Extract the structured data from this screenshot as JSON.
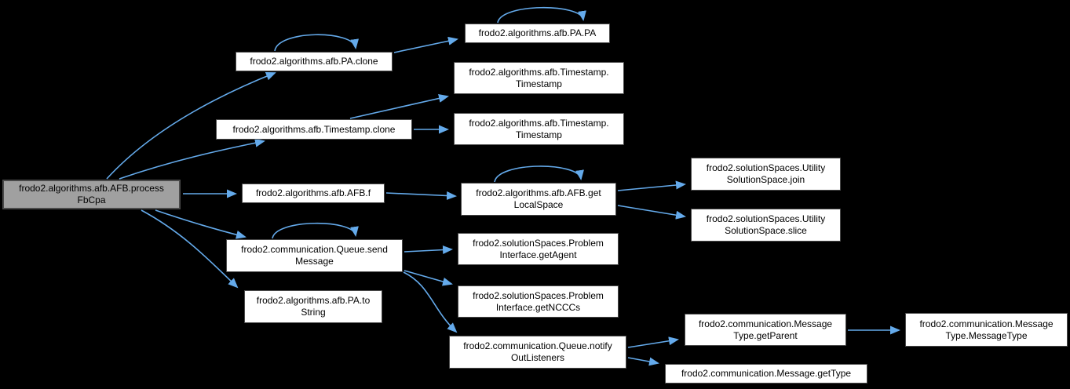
{
  "diagram": {
    "kind": "call-graph",
    "background_color": "#000000",
    "edge_color": "#64aaeb",
    "node_fill": "#ffffff",
    "node_border": "#4a4a4a",
    "node_text_color": "#000000",
    "focus_node_fill": "#a0a0a0",
    "nodes": [
      {
        "id": "processFbCpa",
        "focus": true,
        "lines": [
          "frodo2.algorithms.afb.AFB.process",
          "FbCpa"
        ]
      },
      {
        "id": "PAclone",
        "focus": false,
        "lines": [
          "frodo2.algorithms.afb.PA.clone"
        ]
      },
      {
        "id": "PAPA",
        "focus": false,
        "lines": [
          "frodo2.algorithms.afb.PA.PA"
        ]
      },
      {
        "id": "Timestamp1",
        "focus": false,
        "lines": [
          "frodo2.algorithms.afb.Timestamp.",
          "Timestamp"
        ]
      },
      {
        "id": "TimestampClone",
        "focus": false,
        "lines": [
          "frodo2.algorithms.afb.Timestamp.clone"
        ]
      },
      {
        "id": "Timestamp2",
        "focus": false,
        "lines": [
          "frodo2.algorithms.afb.Timestamp.",
          "Timestamp"
        ]
      },
      {
        "id": "AFBf",
        "focus": false,
        "lines": [
          "frodo2.algorithms.afb.AFB.f"
        ]
      },
      {
        "id": "getLocalSpace",
        "focus": false,
        "lines": [
          "frodo2.algorithms.afb.AFB.get",
          "LocalSpace"
        ]
      },
      {
        "id": "join",
        "focus": false,
        "lines": [
          "frodo2.solutionSpaces.Utility",
          "SolutionSpace.join"
        ]
      },
      {
        "id": "slice",
        "focus": false,
        "lines": [
          "frodo2.solutionSpaces.Utility",
          "SolutionSpace.slice"
        ]
      },
      {
        "id": "sendMessage",
        "focus": false,
        "lines": [
          "frodo2.communication.Queue.send",
          "Message"
        ]
      },
      {
        "id": "toString",
        "focus": false,
        "lines": [
          "frodo2.algorithms.afb.PA.to",
          "String"
        ]
      },
      {
        "id": "getAgent",
        "focus": false,
        "lines": [
          "frodo2.solutionSpaces.Problem",
          "Interface.getAgent"
        ]
      },
      {
        "id": "getNCCCs",
        "focus": false,
        "lines": [
          "frodo2.solutionSpaces.Problem",
          "Interface.getNCCCs"
        ]
      },
      {
        "id": "notifyOutListeners",
        "focus": false,
        "lines": [
          "frodo2.communication.Queue.notify",
          "OutListeners"
        ]
      },
      {
        "id": "getParent",
        "focus": false,
        "lines": [
          "frodo2.communication.Message",
          "Type.getParent"
        ]
      },
      {
        "id": "getType",
        "focus": false,
        "lines": [
          "frodo2.communication.Message.getType"
        ]
      },
      {
        "id": "MessageType",
        "focus": false,
        "lines": [
          "frodo2.communication.Message",
          "Type.MessageType"
        ]
      }
    ],
    "edges": [
      {
        "from": "processFbCpa",
        "to": "PAclone"
      },
      {
        "from": "processFbCpa",
        "to": "TimestampClone"
      },
      {
        "from": "processFbCpa",
        "to": "AFBf"
      },
      {
        "from": "processFbCpa",
        "to": "sendMessage"
      },
      {
        "from": "processFbCpa",
        "to": "toString"
      },
      {
        "from": "PAclone",
        "to": "PAclone"
      },
      {
        "from": "PAclone",
        "to": "PAPA"
      },
      {
        "from": "PAPA",
        "to": "PAPA"
      },
      {
        "from": "TimestampClone",
        "to": "Timestamp1"
      },
      {
        "from": "TimestampClone",
        "to": "Timestamp2"
      },
      {
        "from": "AFBf",
        "to": "getLocalSpace"
      },
      {
        "from": "getLocalSpace",
        "to": "getLocalSpace"
      },
      {
        "from": "getLocalSpace",
        "to": "join"
      },
      {
        "from": "getLocalSpace",
        "to": "slice"
      },
      {
        "from": "sendMessage",
        "to": "sendMessage"
      },
      {
        "from": "sendMessage",
        "to": "getAgent"
      },
      {
        "from": "sendMessage",
        "to": "getNCCCs"
      },
      {
        "from": "sendMessage",
        "to": "notifyOutListeners"
      },
      {
        "from": "notifyOutListeners",
        "to": "getParent"
      },
      {
        "from": "notifyOutListeners",
        "to": "getType"
      },
      {
        "from": "getParent",
        "to": "MessageType"
      }
    ]
  }
}
